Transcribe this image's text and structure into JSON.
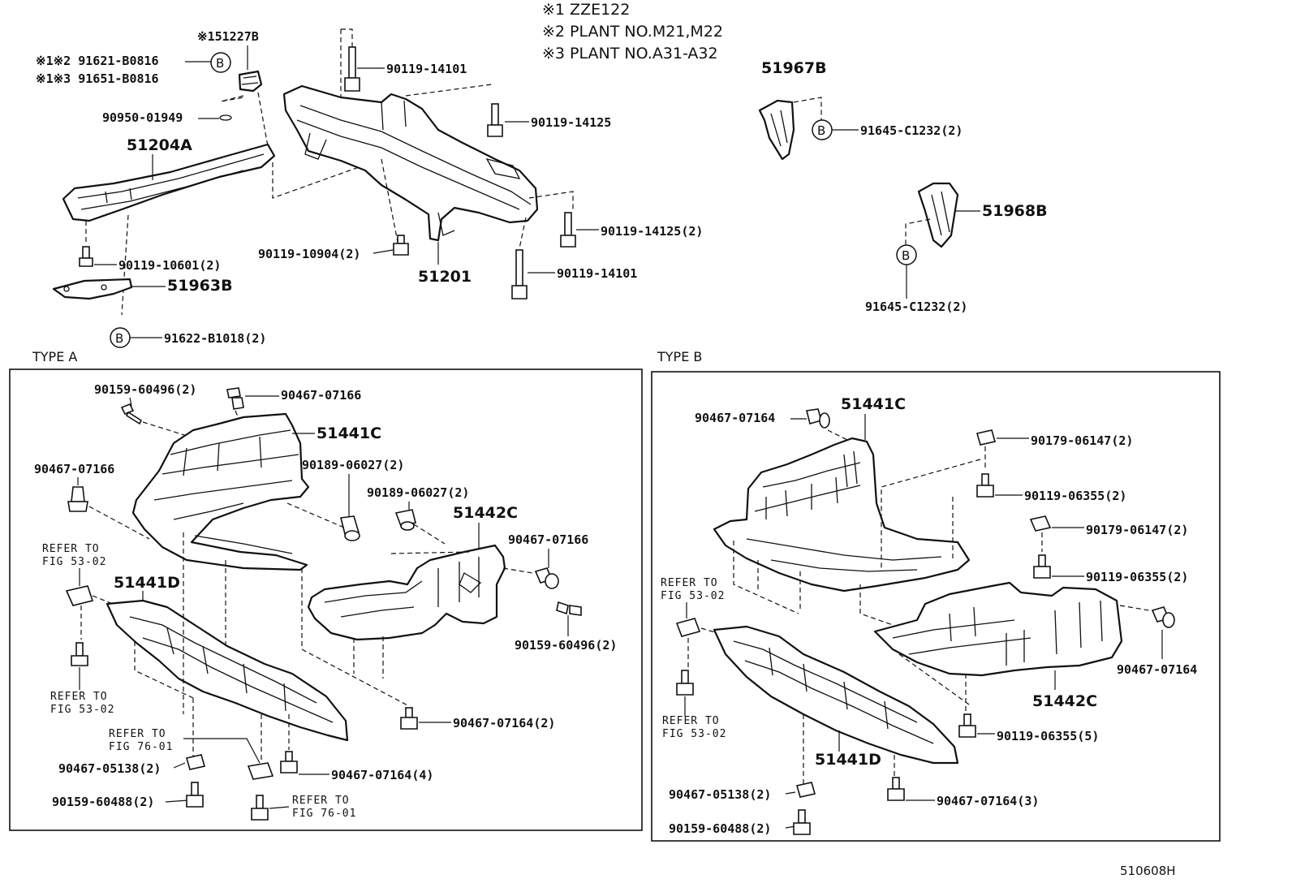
{
  "notes": [
    "※1  ZZE122",
    "※2  PLANT NO.M21,M22",
    "※3  PLANT NO.A31-A32"
  ],
  "section_labels": {
    "type_a": "TYPE A",
    "type_b": "TYPE B"
  },
  "figure_code": "510608H",
  "circle_letter": "B",
  "labels": {
    "p51227b": "※151227B",
    "p91621": "※1※2 91621-B0816",
    "p91651": "※1※3 91651-B0816",
    "p90950": "90950-01949",
    "p51204a": "51204A",
    "p90119_10601": "90119-10601(2)",
    "p51963b": "51963B",
    "p91622": "91622-B1018(2)",
    "p90119_14101a": "90119-14101",
    "p90119_14125a": "90119-14125",
    "p90119_14125b": "90119-14125(2)",
    "p90119_10904": "90119-10904(2)",
    "p51201": "51201",
    "p90119_14101b": "90119-14101",
    "p51967b": "51967B",
    "p91645a": "91645-C1232(2)",
    "p51968b": "51968B",
    "p91645b": "91645-C1232(2)",
    "a_90159_60496a": "90159-60496(2)",
    "a_90467_07166a": "90467-07166",
    "a_51441c": "51441C",
    "a_90467_07166b": "90467-07166",
    "a_90189_06027a": "90189-06027(2)",
    "a_90189_06027b": "90189-06027(2)",
    "a_51442c": "51442C",
    "a_90467_07166c": "90467-07166",
    "a_refer1a": "REFER TO",
    "a_refer1b": "FIG 53-02",
    "a_51441d": "51441D",
    "a_90159_60496b": "90159-60496(2)",
    "a_refer2a": "REFER TO",
    "a_refer2b": "FIG 53-02",
    "a_90467_07164a": "90467-07164(2)",
    "a_refer3a": "REFER TO",
    "a_refer3b": "FIG 76-01",
    "a_90467_05138": "90467-05138(2)",
    "a_90467_07164b": "90467-07164(4)",
    "a_90159_60488": "90159-60488(2)",
    "a_refer4a": "REFER TO",
    "a_refer4b": "FIG 76-01",
    "b_90467_07164a": "90467-07164",
    "b_51441c": "51441C",
    "b_90179_06147a": "90179-06147(2)",
    "b_90119_06355a": "90119-06355(2)",
    "b_90179_06147b": "90179-06147(2)",
    "b_90119_06355b": "90119-06355(2)",
    "b_refer1a": "REFER TO",
    "b_refer1b": "FIG 53-02",
    "b_90467_07164b": "90467-07164",
    "b_51442c": "51442C",
    "b_refer2a": "REFER TO",
    "b_refer2b": "FIG 53-02",
    "b_90119_06355c": "90119-06355(5)",
    "b_51441d": "51441D",
    "b_90467_05138": "90467-05138(2)",
    "b_90467_07164c": "90467-07164(3)",
    "b_90159_60488": "90159-60488(2)"
  }
}
